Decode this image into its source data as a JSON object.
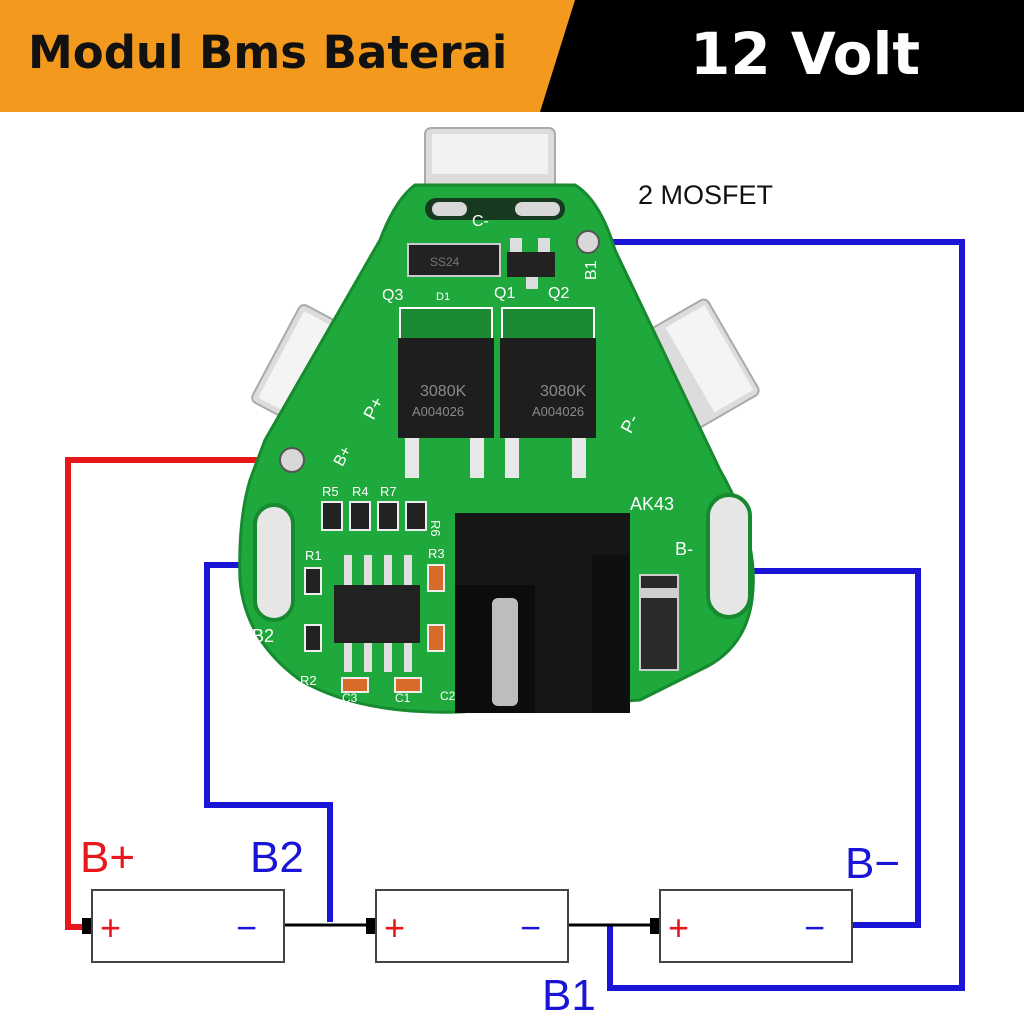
{
  "banner": {
    "title": "Modul Bms Baterai",
    "voltage": "12 Volt",
    "colors": {
      "left_bg": "#f39a1e",
      "right_bg": "#000000"
    }
  },
  "annotation": {
    "mosfet_note": "2 MOSFET"
  },
  "board": {
    "pads": [
      "C-",
      "P+",
      "P-",
      "B+",
      "B2",
      "B-",
      "B1"
    ],
    "components": {
      "q3": "Q3",
      "d1": "D1",
      "q1": "Q1",
      "q2": "Q2",
      "r5": "R5",
      "r4": "R4",
      "r7": "R7",
      "r6": "R6",
      "r1": "R1",
      "r3": "R3",
      "r2": "R2",
      "c3": "C3",
      "c1": "C1",
      "c2": "C2",
      "model": "AK43",
      "diode_code": "SS24"
    },
    "mosfet_marking": {
      "line1": "3080K",
      "line2": "A004026"
    },
    "colors": {
      "pcb": "#1fa83c",
      "pcb_dark": "#178a30"
    }
  },
  "wiring": {
    "labels": {
      "b_plus": "B+",
      "b2": "B2",
      "b_minus": "B−",
      "b1": "B1"
    },
    "colors": {
      "positive": "#e8171c",
      "negative": "#1a14d6",
      "link": "#000000"
    }
  },
  "cells": [
    {
      "plus": "+",
      "minus": "−"
    },
    {
      "plus": "+",
      "minus": "−"
    },
    {
      "plus": "+",
      "minus": "−"
    }
  ]
}
